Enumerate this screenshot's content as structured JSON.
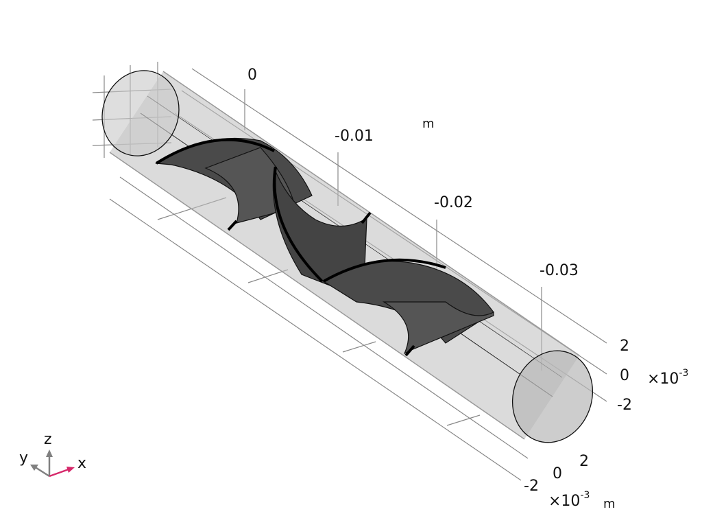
{
  "axes": {
    "unit_top": "m",
    "x_ticks": [
      "0",
      "-0.01",
      "-0.02",
      "-0.03"
    ],
    "z_ticks": [
      "2",
      "0",
      "-2"
    ],
    "z_scale": "×10",
    "z_scale_exp": "-3",
    "y_ticks": [
      "2",
      "0",
      "-2"
    ],
    "y_scale": "×10",
    "y_scale_exp": "-3",
    "y_unit": "m"
  },
  "triad": {
    "x": "x",
    "y": "y",
    "z": "z",
    "x_color": "#d6286a",
    "axis_color": "#808080"
  }
}
